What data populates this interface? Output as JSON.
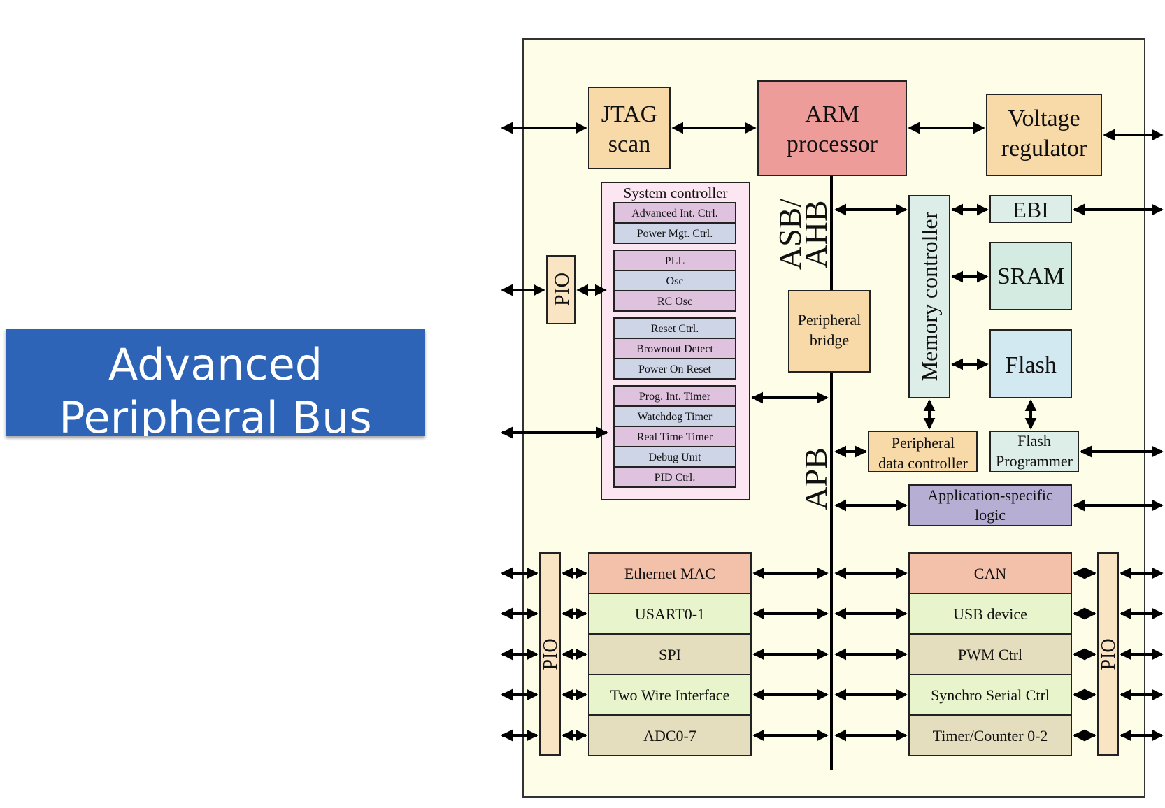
{
  "slide_title": {
    "line1": "Advanced",
    "line2": "Peripheral Bus"
  },
  "colors": {
    "title_background": "#2d64b8",
    "chip_background": "#fefde8",
    "arm": "#ee9c9a",
    "orange_block": "#f8d9a8",
    "system_controller_bg": "#fbe6f1",
    "sub_pink": "#dfc3de",
    "sub_blue": "#cdd5e6",
    "memory_ctrl": "#ddeee8",
    "sram": "#d3ebe0",
    "flash": "#d3e9f1",
    "app_logic": "#b7aed3",
    "salmon": "#f3c0aa",
    "light_green": "#e8f4cb",
    "tan": "#e4ddbe",
    "pio": "#f9e4c4"
  },
  "diagram": {
    "jtag": {
      "line1": "JTAG",
      "line2": "scan"
    },
    "arm": {
      "line1": "ARM",
      "line2": "processor"
    },
    "voltage": {
      "line1": "Voltage",
      "line2": "regulator"
    },
    "system_controller": {
      "title": "System controller",
      "groups": [
        [
          "Advanced Int. Ctrl.",
          "Power Mgt. Ctrl."
        ],
        [
          "PLL",
          "Osc",
          "RC Osc"
        ],
        [
          "Reset Ctrl.",
          "Brownout Detect",
          "Power On Reset"
        ],
        [
          "Prog. Int. Timer",
          "Watchdog Timer",
          "Real Time Timer",
          "Debug Unit",
          "PID Ctrl."
        ]
      ]
    },
    "pio_label": "PIO",
    "bus_upper": {
      "line1": "ASB/",
      "line2": "AHB"
    },
    "bus_lower": "APB",
    "peripheral_bridge": {
      "line1": "Peripheral",
      "line2": "bridge"
    },
    "memory_controller": "Memory controller",
    "ebi": "EBI",
    "sram": "SRAM",
    "flash": "Flash",
    "pdc": {
      "line1": "Peripheral",
      "line2": "data controller"
    },
    "flash_programmer": {
      "line1": "Flash",
      "line2": "Programmer"
    },
    "app_logic": {
      "line1": "Application-specific",
      "line2": "logic"
    },
    "left_peripherals": [
      "Ethernet MAC",
      "USART0-1",
      "SPI",
      "Two Wire Interface",
      "ADC0-7"
    ],
    "right_peripherals": [
      "CAN",
      "USB device",
      "PWM Ctrl",
      "Synchro Serial Ctrl",
      "Timer/Counter 0-2"
    ]
  }
}
